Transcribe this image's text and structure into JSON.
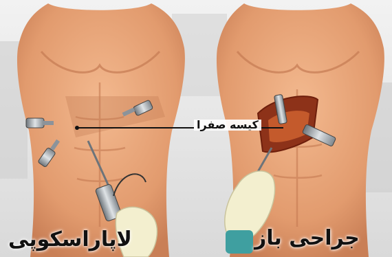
{
  "labels": {
    "laparoscopy": "لاپاراسکوپی",
    "open_surgery": "جراحی باز",
    "gallbladder": "کیسه صفرا"
  },
  "colors": {
    "skin": "#e9a579",
    "skin_shadow": "#cf8458",
    "incision": "#9b3a1c",
    "background": "#e9e9e9",
    "glove": "#f3efcf",
    "instrument": "#9aa2aa"
  },
  "icons": [
    "laparoscopic-port-icon",
    "surgical-instrument-icon",
    "gloved-hand-icon"
  ]
}
